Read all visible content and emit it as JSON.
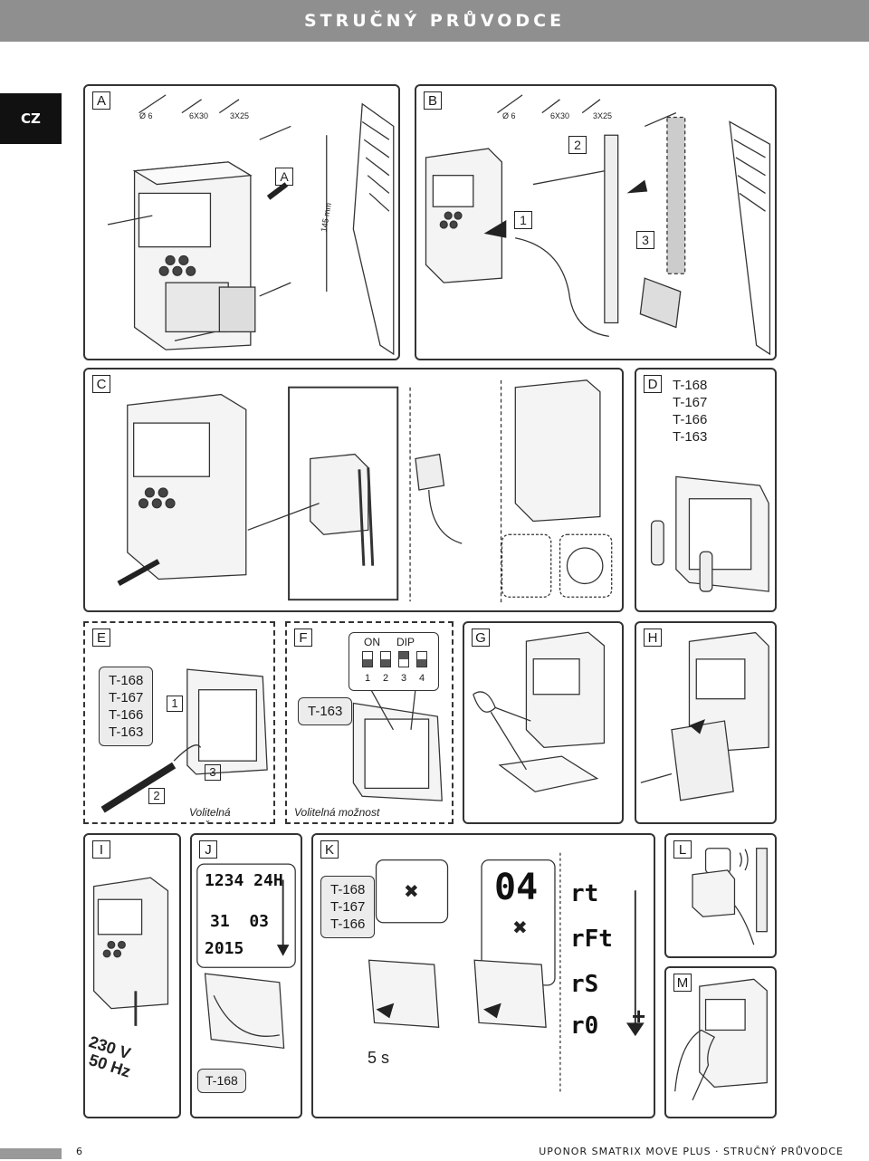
{
  "header": {
    "title": "STRUČNÝ PRŮVODCE"
  },
  "lang_tab": "CZ",
  "panels": {
    "A": {
      "label": "A",
      "screw_sizes": [
        "Ø 6",
        "6X30",
        "3X25"
      ],
      "callout": "A",
      "dimension": "145 mm"
    },
    "B": {
      "label": "B",
      "screw_sizes": [
        "Ø 6",
        "6X30",
        "3X25"
      ],
      "steps": [
        "1",
        "2",
        "3"
      ]
    },
    "C": {
      "label": "C"
    },
    "D": {
      "label": "D",
      "models": "T-168\nT-167\nT-166\nT-163"
    },
    "E": {
      "label": "E",
      "models": "T-168\nT-167\nT-166\nT-163",
      "steps": [
        "1",
        "2",
        "3"
      ],
      "note": "Volitelná možnost"
    },
    "F": {
      "label": "F",
      "model": "T-163",
      "dip_title_on": "ON",
      "dip_title_dip": "DIP",
      "dip_numbers": [
        "1",
        "2",
        "3",
        "4"
      ],
      "note": "Volitelná možnost"
    },
    "G": {
      "label": "G"
    },
    "H": {
      "label": "H"
    },
    "I": {
      "label": "I",
      "voltage": "230 V",
      "frequency": "50 Hz"
    },
    "J": {
      "label": "J",
      "lcd_time": "1234 24H",
      "lcd_date": "31  03",
      "lcd_year": "2015",
      "model": "T-168"
    },
    "K": {
      "label": "K",
      "models": "T-168\nT-167\nT-166",
      "lcd_value": "04",
      "codes": [
        "rt",
        "rFt",
        "rS",
        "r0"
      ],
      "plus": "+",
      "duration": "5 s"
    },
    "L": {
      "label": "L"
    },
    "M": {
      "label": "M"
    }
  },
  "footer": {
    "page_number": "6",
    "text": "UPONOR SMATRIX MOVE PLUS · STRUČNÝ PRŮVODCE"
  }
}
